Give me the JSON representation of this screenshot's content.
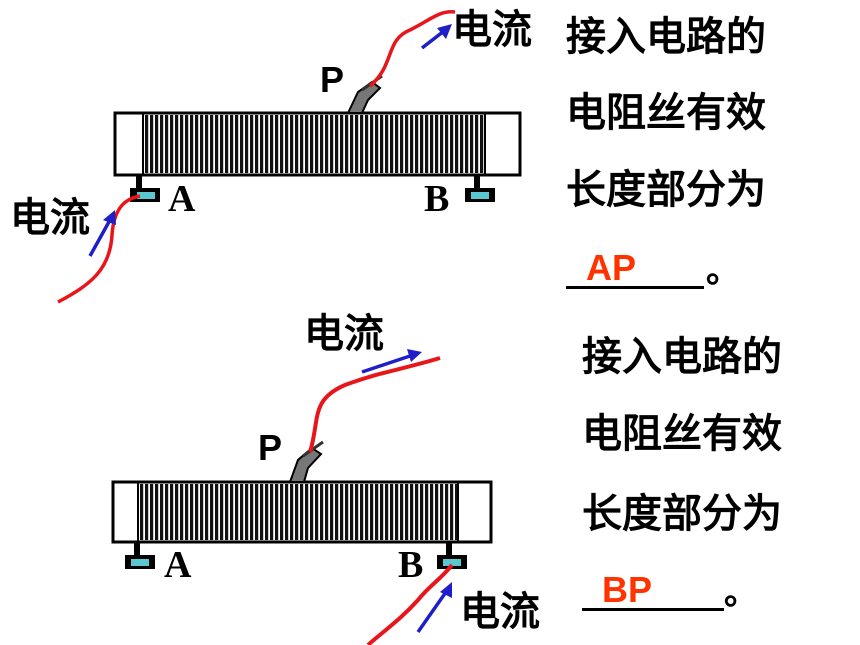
{
  "figure1": {
    "current_top": "电流",
    "current_left": "电流",
    "slider_label": "P",
    "terminal_a": "A",
    "terminal_b": "B",
    "question_lines": [
      "接入电路的",
      "电阻丝有效",
      "长度部分为"
    ],
    "answer": "AP",
    "period": "。"
  },
  "figure2": {
    "current_top": "电流",
    "current_bottom": "电流",
    "slider_label": "P",
    "terminal_a": "A",
    "terminal_b": "B",
    "question_lines": [
      "接入电路的",
      "电阻丝有效",
      "长度部分为"
    ],
    "answer": "BP",
    "period": "。"
  },
  "colors": {
    "wire": "#e8161a",
    "arrow": "#1f1fc8",
    "answer": "#ff3300",
    "terminal": "#5bc8d0"
  }
}
